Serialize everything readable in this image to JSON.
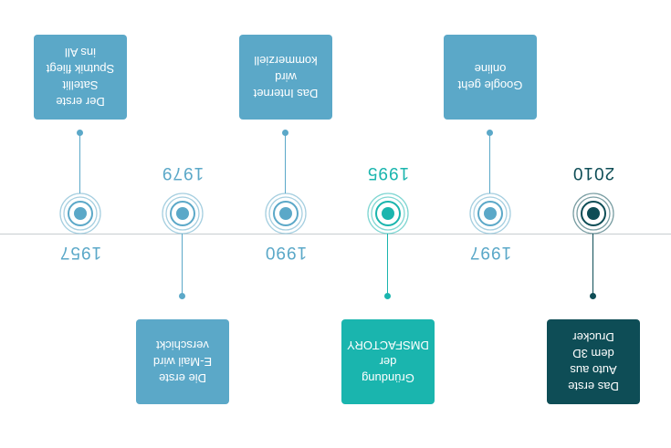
{
  "colors": {
    "axis": "#c8cdd0",
    "blue": "#5ba8c8",
    "blue_light": "#a6cfe0",
    "teal": "#1ab5ae",
    "teal_light": "#7fd6d2",
    "dark": "#0e4d56",
    "dark_light": "#7a9ea3"
  },
  "events": [
    {
      "year": "1957",
      "lines": [
        "Der erste",
        "Satellit",
        "Sputnik fliegt",
        "ins All"
      ],
      "tone": "blue"
    },
    {
      "year": "1979",
      "lines": [
        "Die erste",
        "E-Mail wird",
        "verschickt"
      ],
      "tone": "blue"
    },
    {
      "year": "1990",
      "lines": [
        "Das Internet",
        "wird",
        "kommerziell"
      ],
      "tone": "blue"
    },
    {
      "year": "1995",
      "lines": [
        "Gründung",
        "der",
        "DMSFACTORY"
      ],
      "tone": "teal"
    },
    {
      "year": "1997",
      "lines": [
        "Google geht",
        "online"
      ],
      "tone": "blue"
    },
    {
      "year": "2010",
      "lines": [
        "Das erste",
        "Auto aus",
        "dem 3D",
        "Drucker"
      ],
      "tone": "dark"
    }
  ]
}
